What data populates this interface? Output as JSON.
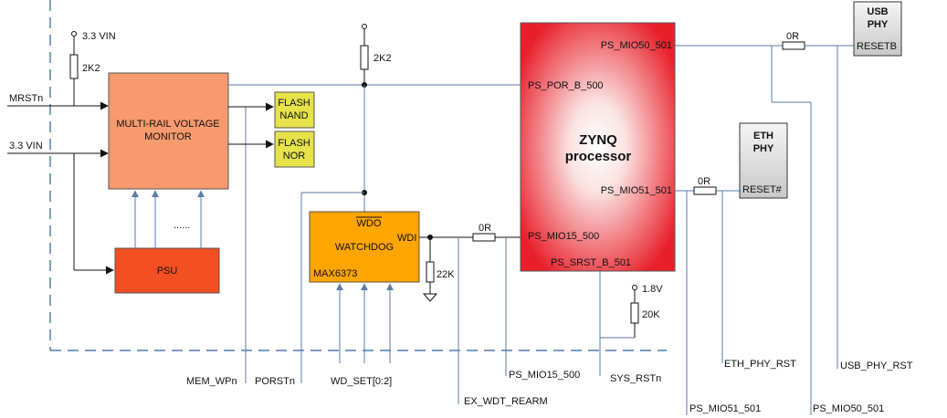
{
  "colors": {
    "monitor": "#f79a6d",
    "psu": "#f25022",
    "watchdog": "#ffa500",
    "flash": "#e6e24a",
    "zynq_center": "#ffffff",
    "zynq_edge": "#e8202a",
    "phy": "#d8d8d8",
    "wire": "#5a7ea6",
    "dashed": "#2f5f9a"
  },
  "supplies": {
    "vin_top": "3.3 VIN",
    "v18": "1.8V"
  },
  "resistors": {
    "r_2k2_left": "2K2",
    "r_2k2_mid": "2K2",
    "r_22k": "22K",
    "r_20k": "20K",
    "r_0r_mio15": "0R",
    "r_0r_mio51": "0R",
    "r_0r_mio50": "0R"
  },
  "inputs": {
    "mrstn": "MRSTn",
    "vin": "3.3 VIN"
  },
  "blocks": {
    "monitor_line1": "MULTI-RAIL VOLTAGE",
    "monitor_line2": "MONITOR",
    "monitor_dots": "......",
    "psu": "PSU",
    "flash_nand_1": "FLASH",
    "flash_nand_2": "NAND",
    "flash_nor_1": "FLASH",
    "flash_nor_2": "NOR",
    "wdo": "WDO",
    "watchdog": "WATCHDOG",
    "wdi": "WDI",
    "max": "MAX6373",
    "zynq_1": "ZYNQ",
    "zynq_2": "processor",
    "usb_1": "USB",
    "usb_2": "PHY",
    "usb_pin": "RESETB",
    "eth_1": "ETH",
    "eth_2": "PHY",
    "eth_pin": "RESET#"
  },
  "pins": {
    "mio50": "PS_MIO50_501",
    "por": "PS_POR_B_500",
    "mio51": "PS_MIO51_501",
    "mio15": "PS_MIO15_500",
    "srst": "PS_SRST_B_501"
  },
  "signals": {
    "mem_wpn": "MEM_WPn",
    "porstn": "PORSTn",
    "wd_set": "WD_SET[0:2]",
    "ex_wdt": "EX_WDT_REARM",
    "ps_mio15": "PS_MIO15_500",
    "sys_rstn": "SYS_RSTn",
    "eth_phy_rst": "ETH_PHY_RST",
    "usb_phy_rst": "USB_PHY_RST",
    "ps_mio51": "PS_MIO51_501",
    "ps_mio50": "PS_MIO50_501"
  }
}
